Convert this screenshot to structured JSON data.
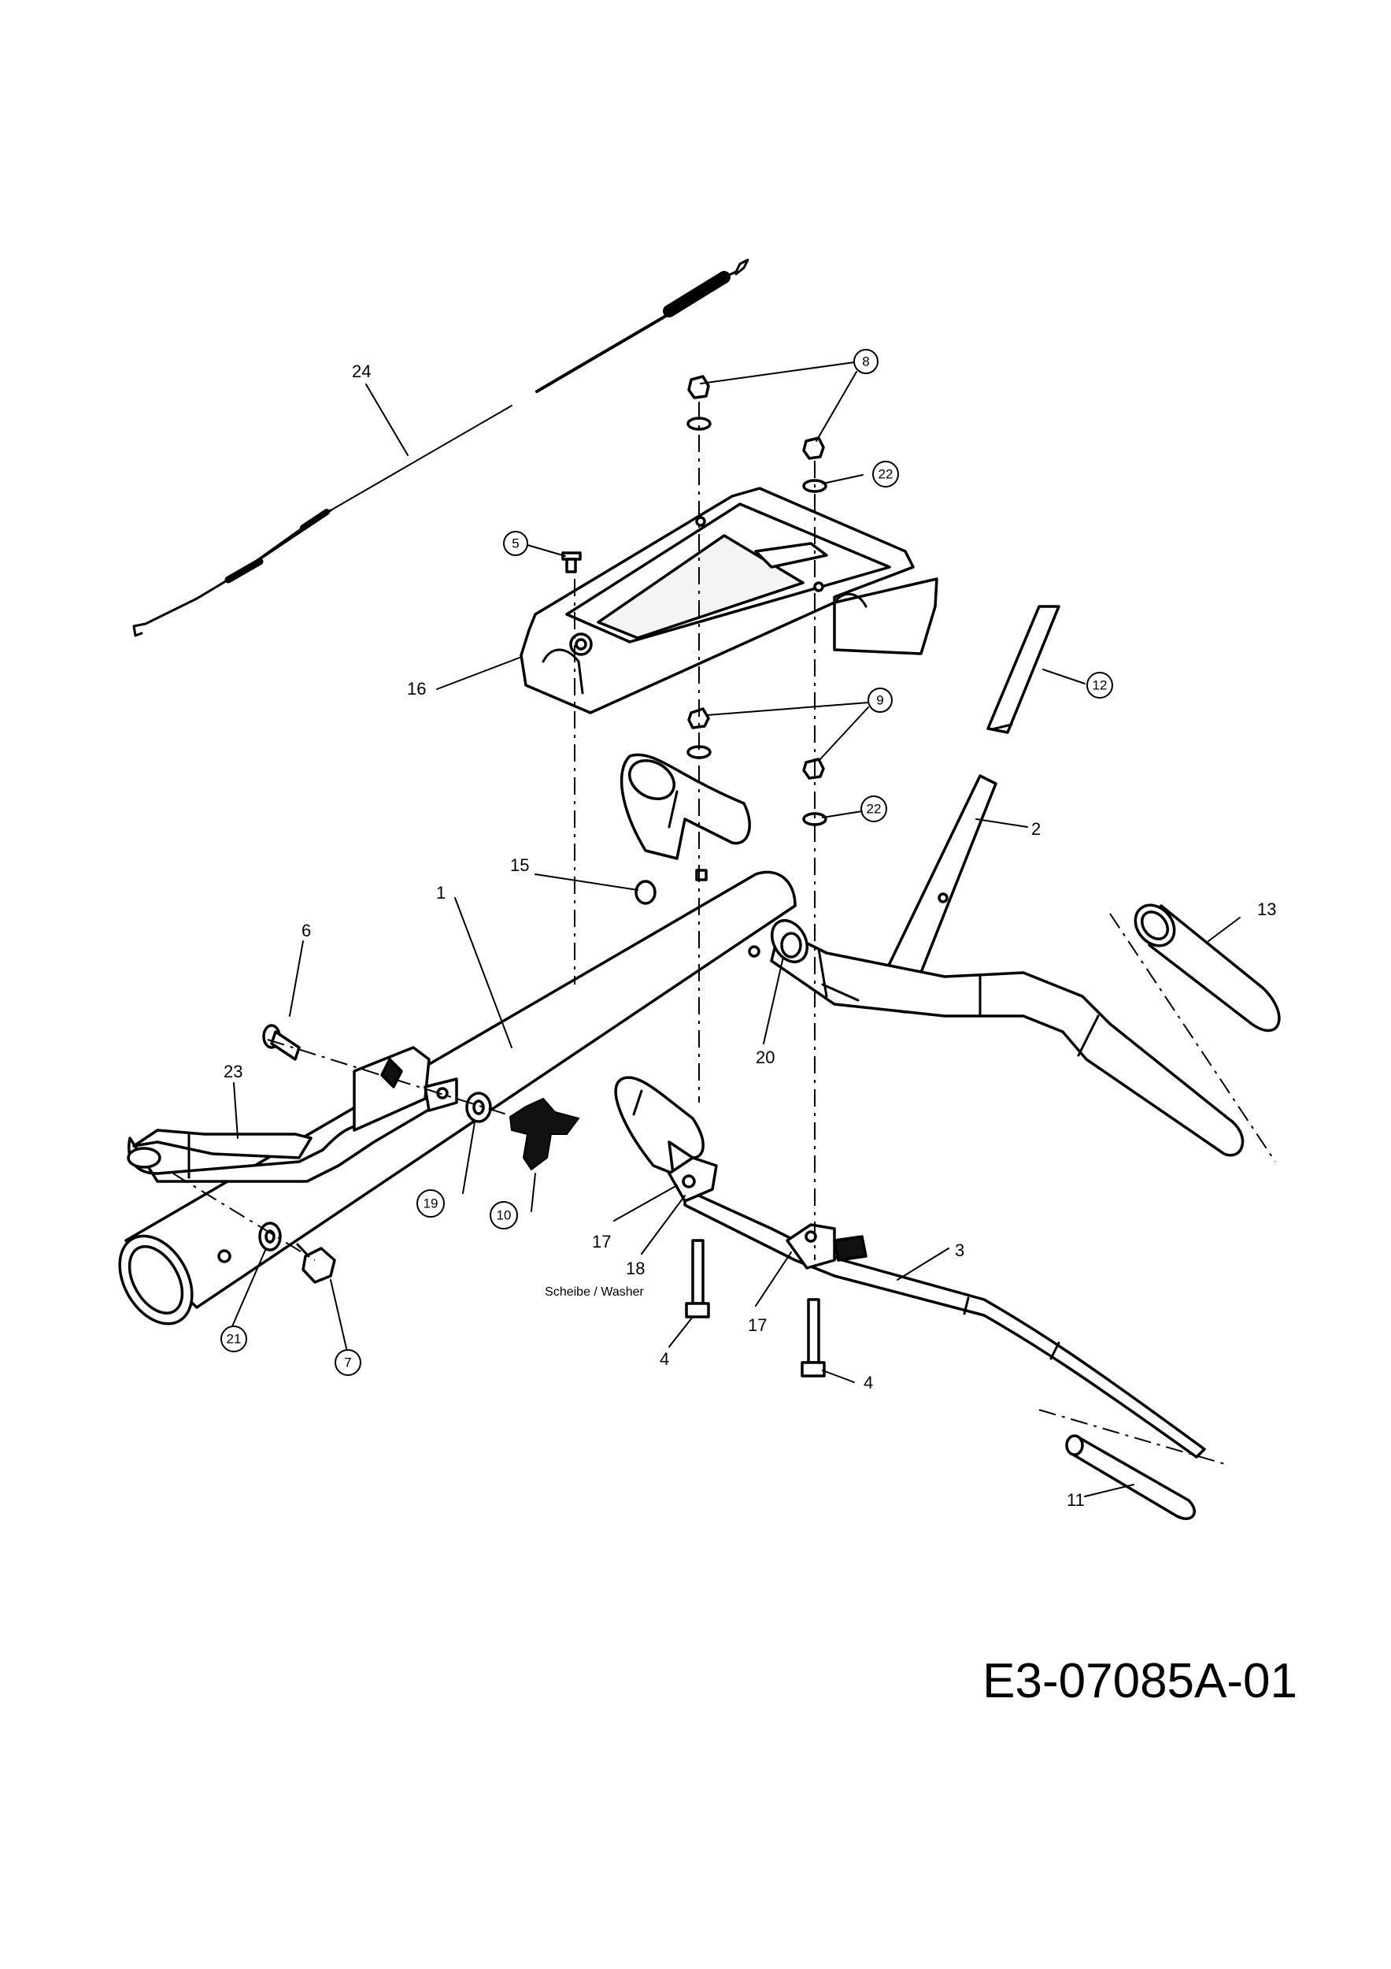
{
  "callouts": [
    {
      "id": "c24",
      "label": "24",
      "circled": false
    },
    {
      "id": "c8",
      "label": "8",
      "circled": true
    },
    {
      "id": "c22a",
      "label": "22",
      "circled": true
    },
    {
      "id": "c5",
      "label": "5",
      "circled": true
    },
    {
      "id": "c16",
      "label": "16",
      "circled": false
    },
    {
      "id": "c12",
      "label": "12",
      "circled": true
    },
    {
      "id": "c9",
      "label": "9",
      "circled": true
    },
    {
      "id": "c22b",
      "label": "22",
      "circled": true
    },
    {
      "id": "c2",
      "label": "2",
      "circled": false
    },
    {
      "id": "c15",
      "label": "15",
      "circled": false
    },
    {
      "id": "c1",
      "label": "1",
      "circled": false
    },
    {
      "id": "c13",
      "label": "13",
      "circled": false
    },
    {
      "id": "c6",
      "label": "6",
      "circled": false
    },
    {
      "id": "c20",
      "label": "20",
      "circled": false
    },
    {
      "id": "c23",
      "label": "23",
      "circled": false
    },
    {
      "id": "c19",
      "label": "19",
      "circled": true
    },
    {
      "id": "c10",
      "label": "10",
      "circled": true
    },
    {
      "id": "c17a",
      "label": "17",
      "circled": false
    },
    {
      "id": "c18",
      "label": "18",
      "circled": false
    },
    {
      "id": "c3",
      "label": "3",
      "circled": false
    },
    {
      "id": "c17b",
      "label": "17",
      "circled": false
    },
    {
      "id": "c21",
      "label": "21",
      "circled": true
    },
    {
      "id": "c7",
      "label": "7",
      "circled": true
    },
    {
      "id": "c4a",
      "label": "4",
      "circled": false
    },
    {
      "id": "c4b",
      "label": "4",
      "circled": false
    },
    {
      "id": "c11",
      "label": "11",
      "circled": false
    }
  ],
  "washer_note": "Scheibe / Washer",
  "drawing_code": "E3-07085A-01"
}
